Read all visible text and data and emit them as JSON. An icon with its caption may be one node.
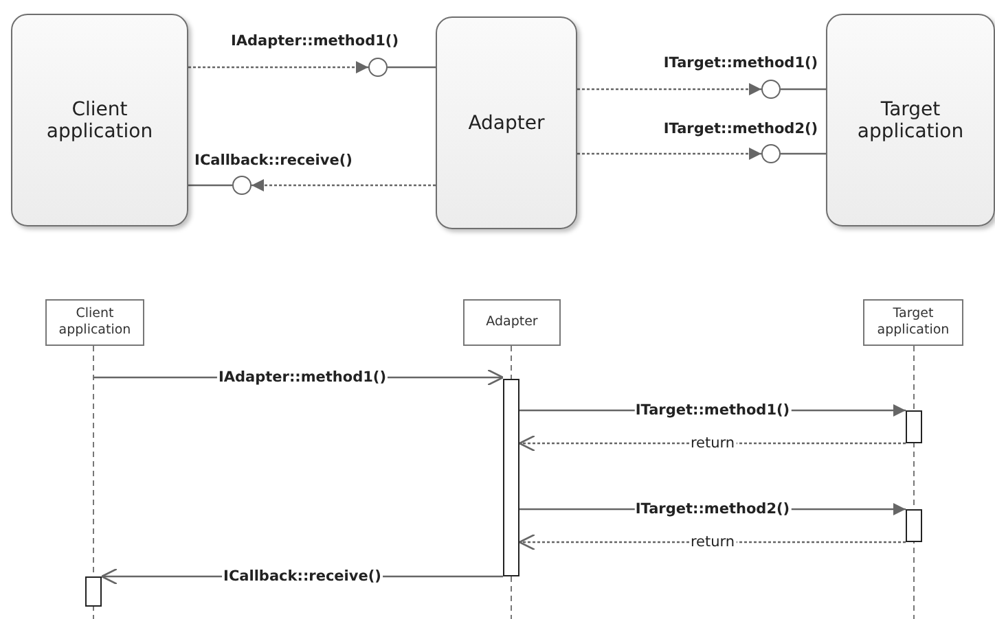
{
  "diagram": {
    "nodes": [
      {
        "text": [
          "Client application"
        ]
      },
      {
        "text": [
          "Adapter"
        ]
      },
      {
        "text": [
          "Target application"
        ]
      },
      {
        "text": [],
        "shape": "circle",
        "beside": [
          "IAdapter::method1()"
        ]
      },
      {
        "text": [],
        "shape": "circle",
        "beside": [
          "ICallback::receive()"
        ]
      },
      {
        "text": [],
        "shape": "circle",
        "beside": [
          "ITarget::method1()"
        ]
      },
      {
        "text": [],
        "shape": "circle",
        "beside": [
          "ITarget::method2()"
        ]
      },
      {
        "text": [
          "Client application"
        ]
      },
      {
        "text": [
          "Adapter"
        ]
      },
      {
        "text": [
          "Target application"
        ]
      },
      {
        "text": [],
        "shape": "bar"
      },
      {
        "text": [],
        "shape": "bar"
      },
      {
        "text": [],
        "shape": "bar"
      },
      {
        "text": [],
        "shape": "bar"
      }
    ],
    "edges": [
      {
        "from": 0,
        "to": 3,
        "arrow": "to",
        "style": "dashed"
      },
      {
        "from": 3,
        "to": 1,
        "arrow": "none"
      },
      {
        "from": 1,
        "to": 4,
        "arrow": "to",
        "style": "dashed"
      },
      {
        "from": 4,
        "to": 0,
        "arrow": "none"
      },
      {
        "from": 1,
        "to": 5,
        "arrow": "to",
        "style": "dashed"
      },
      {
        "from": 5,
        "to": 2,
        "arrow": "none"
      },
      {
        "from": 1,
        "to": 6,
        "arrow": "to",
        "style": "dashed"
      },
      {
        "from": 6,
        "to": 2,
        "arrow": "none"
      },
      {
        "from": null,
        "to": 10,
        "arrow": "to",
        "label": "IAdapter::method1()"
      },
      {
        "from": 10,
        "to": 11,
        "arrow": "to",
        "label": "ITarget::method1()"
      },
      {
        "from": 11,
        "to": 10,
        "arrow": "to",
        "label": "return",
        "style": "dashed"
      },
      {
        "from": 10,
        "to": 12,
        "arrow": "to",
        "label": "ITarget::method2()"
      },
      {
        "from": 12,
        "to": 10,
        "arrow": "to",
        "label": "return",
        "style": "dashed"
      },
      {
        "from": 10,
        "to": 13,
        "arrow": "to",
        "label": "ICallback::receive()"
      }
    ]
  }
}
